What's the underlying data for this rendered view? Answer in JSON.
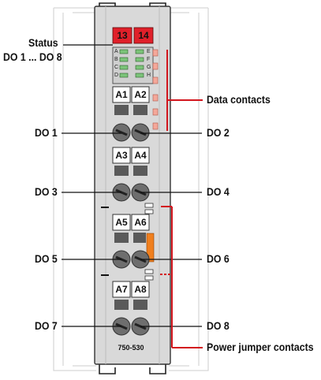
{
  "module": {
    "top_contacts": [
      "13",
      "14"
    ],
    "led_letters_left": [
      "A",
      "B",
      "C",
      "D"
    ],
    "led_letters_right": [
      "E",
      "F",
      "G",
      "H"
    ],
    "connectors": [
      {
        "top": "A1",
        "bottom": "A2"
      },
      {
        "top": "A3",
        "bottom": "A4"
      },
      {
        "top": "A5",
        "bottom": "A6"
      },
      {
        "top": "A7",
        "bottom": "A8"
      }
    ],
    "part_number": "750-530"
  },
  "labels": {
    "status_line1": "Status",
    "status_line2": "DO 1 ... DO 8",
    "do1": "DO 1",
    "do2": "DO 2",
    "do3": "DO 3",
    "do4": "DO 4",
    "do5": "DO 5",
    "do6": "DO 6",
    "do7": "DO 7",
    "do8": "DO 8",
    "data_contacts": "Data contacts",
    "power_jumper_contacts": "Power jumper contacts"
  },
  "colors": {
    "housing": "#d9d9d9",
    "contact_red": "#e0202a",
    "callout_red": "#d3161e",
    "led_green": "#7cc47a",
    "jumper_orange": "#f07f1e",
    "data_pin": "#f4a89a"
  }
}
